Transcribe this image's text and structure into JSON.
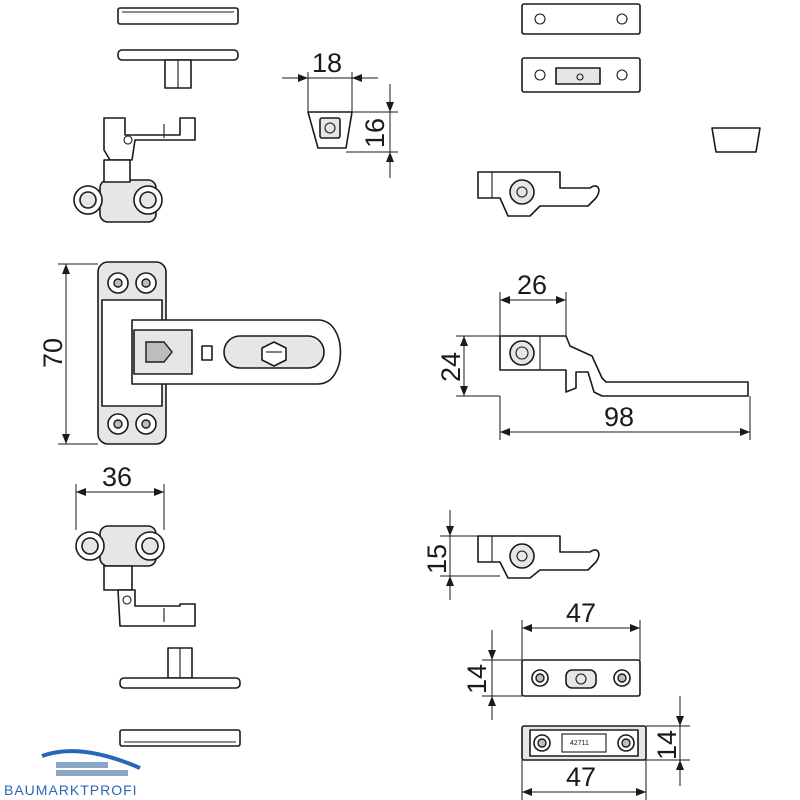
{
  "dimensions": {
    "d18": "18",
    "d16": "16",
    "d70": "70",
    "d26": "26",
    "d24": "24",
    "d98": "98",
    "d36": "36",
    "d15": "15",
    "d47_top": "47",
    "d14_left": "14",
    "d14_right": "14",
    "d47_bottom": "47"
  },
  "part_marking": "42711",
  "brand": {
    "name": "BAUMARKTPROFI",
    "color": "#2a66b8"
  },
  "colors": {
    "line": "#1a1a1a",
    "fill_light": "#e6e6e6",
    "fill_dark": "#bdbdbd"
  }
}
